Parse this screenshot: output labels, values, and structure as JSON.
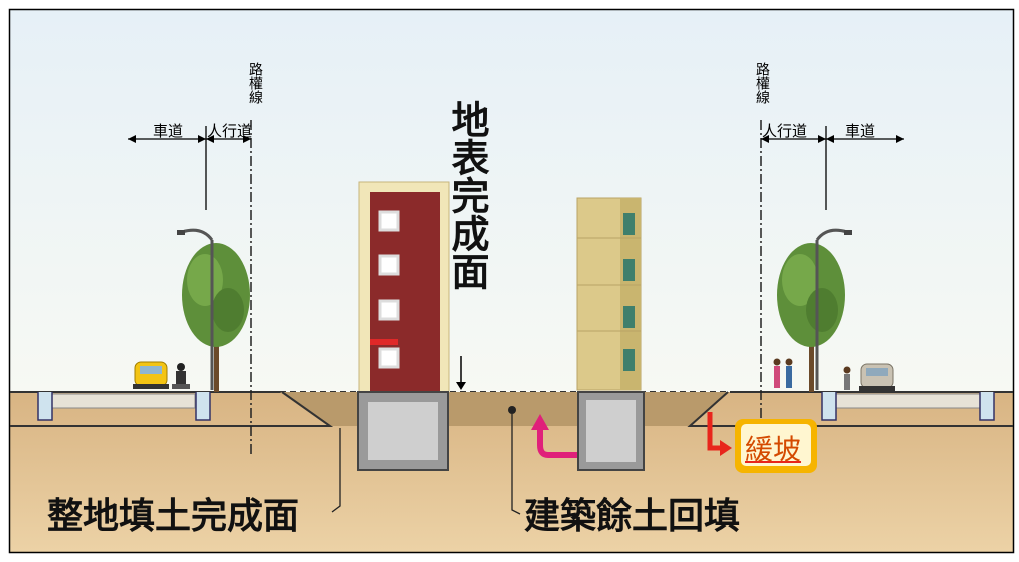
{
  "left": {
    "row_label": "路權線",
    "lane_label": "車道",
    "sidewalk_label": "人行道"
  },
  "right": {
    "row_label": "路權線",
    "lane_label": "車道",
    "sidewalk_label": "人行道"
  },
  "center": {
    "surface_label": "地表完成面"
  },
  "bottom": {
    "fill_label": "整地填土完成面",
    "backfill_label": "建築餘土回填"
  },
  "slope_label": "緩坡",
  "colors": {
    "sky_top": "#e8f2f8",
    "soil": "#d9b585",
    "fill_pit": "#b99a6b",
    "building_red": "#8b2a2a",
    "building_yellow": "#dcc98a",
    "slope_badge": "#f6b400",
    "arrow_pink": "#e0207a",
    "arrow_red": "#e8251c"
  }
}
